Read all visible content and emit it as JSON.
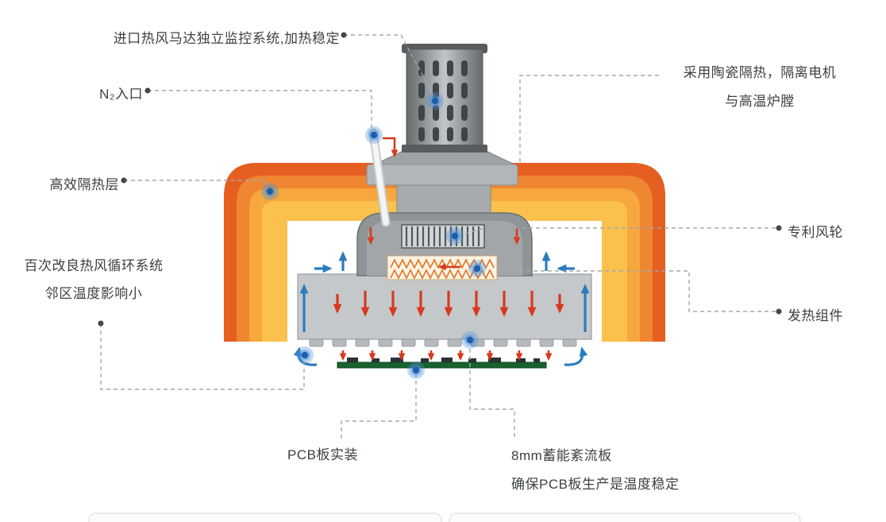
{
  "diagram_title": "reflow-oven-hot-air-circulation-diagram",
  "labels": {
    "motor": "进口热风马达独立监控系统,加热稳定",
    "n2_inlet": "N₂入口",
    "ceramic_line1": "采用陶瓷隔热，隔离电机",
    "ceramic_line2": "与高温炉膛",
    "insulation": "高效隔热层",
    "fan": "专利风轮",
    "circulation_line1": "百次改良热风循环系统",
    "circulation_line2": "邻区温度影响小",
    "heater": "发热组件",
    "pcb": "PCB板实装",
    "plate_line1": "8mm蓄能紊流板",
    "plate_line2": "确保PCB板生产是温度稳定"
  },
  "colors": {
    "insulation_outer": "#e55f21",
    "insulation_mid1": "#ef8632",
    "insulation_mid2": "#f6a73d",
    "insulation_inner": "#fbc14c",
    "hot_air_arrow": "#d8391f",
    "cool_air_arrow": "#2a7cbf",
    "marker_core": "#1b5fae",
    "pcb_green": "#17622e",
    "leader_line": "#a3a8ab",
    "label_text": "#3c4144",
    "metal_gray": "#8f9496"
  },
  "markers": [
    {
      "name": "motor-point"
    },
    {
      "name": "n2-inlet-point"
    },
    {
      "name": "insulation-point"
    },
    {
      "name": "fan-wheel-point"
    },
    {
      "name": "heater-point"
    },
    {
      "name": "circulation-point"
    },
    {
      "name": "turbulence-plate-point"
    },
    {
      "name": "pcb-point"
    }
  ]
}
